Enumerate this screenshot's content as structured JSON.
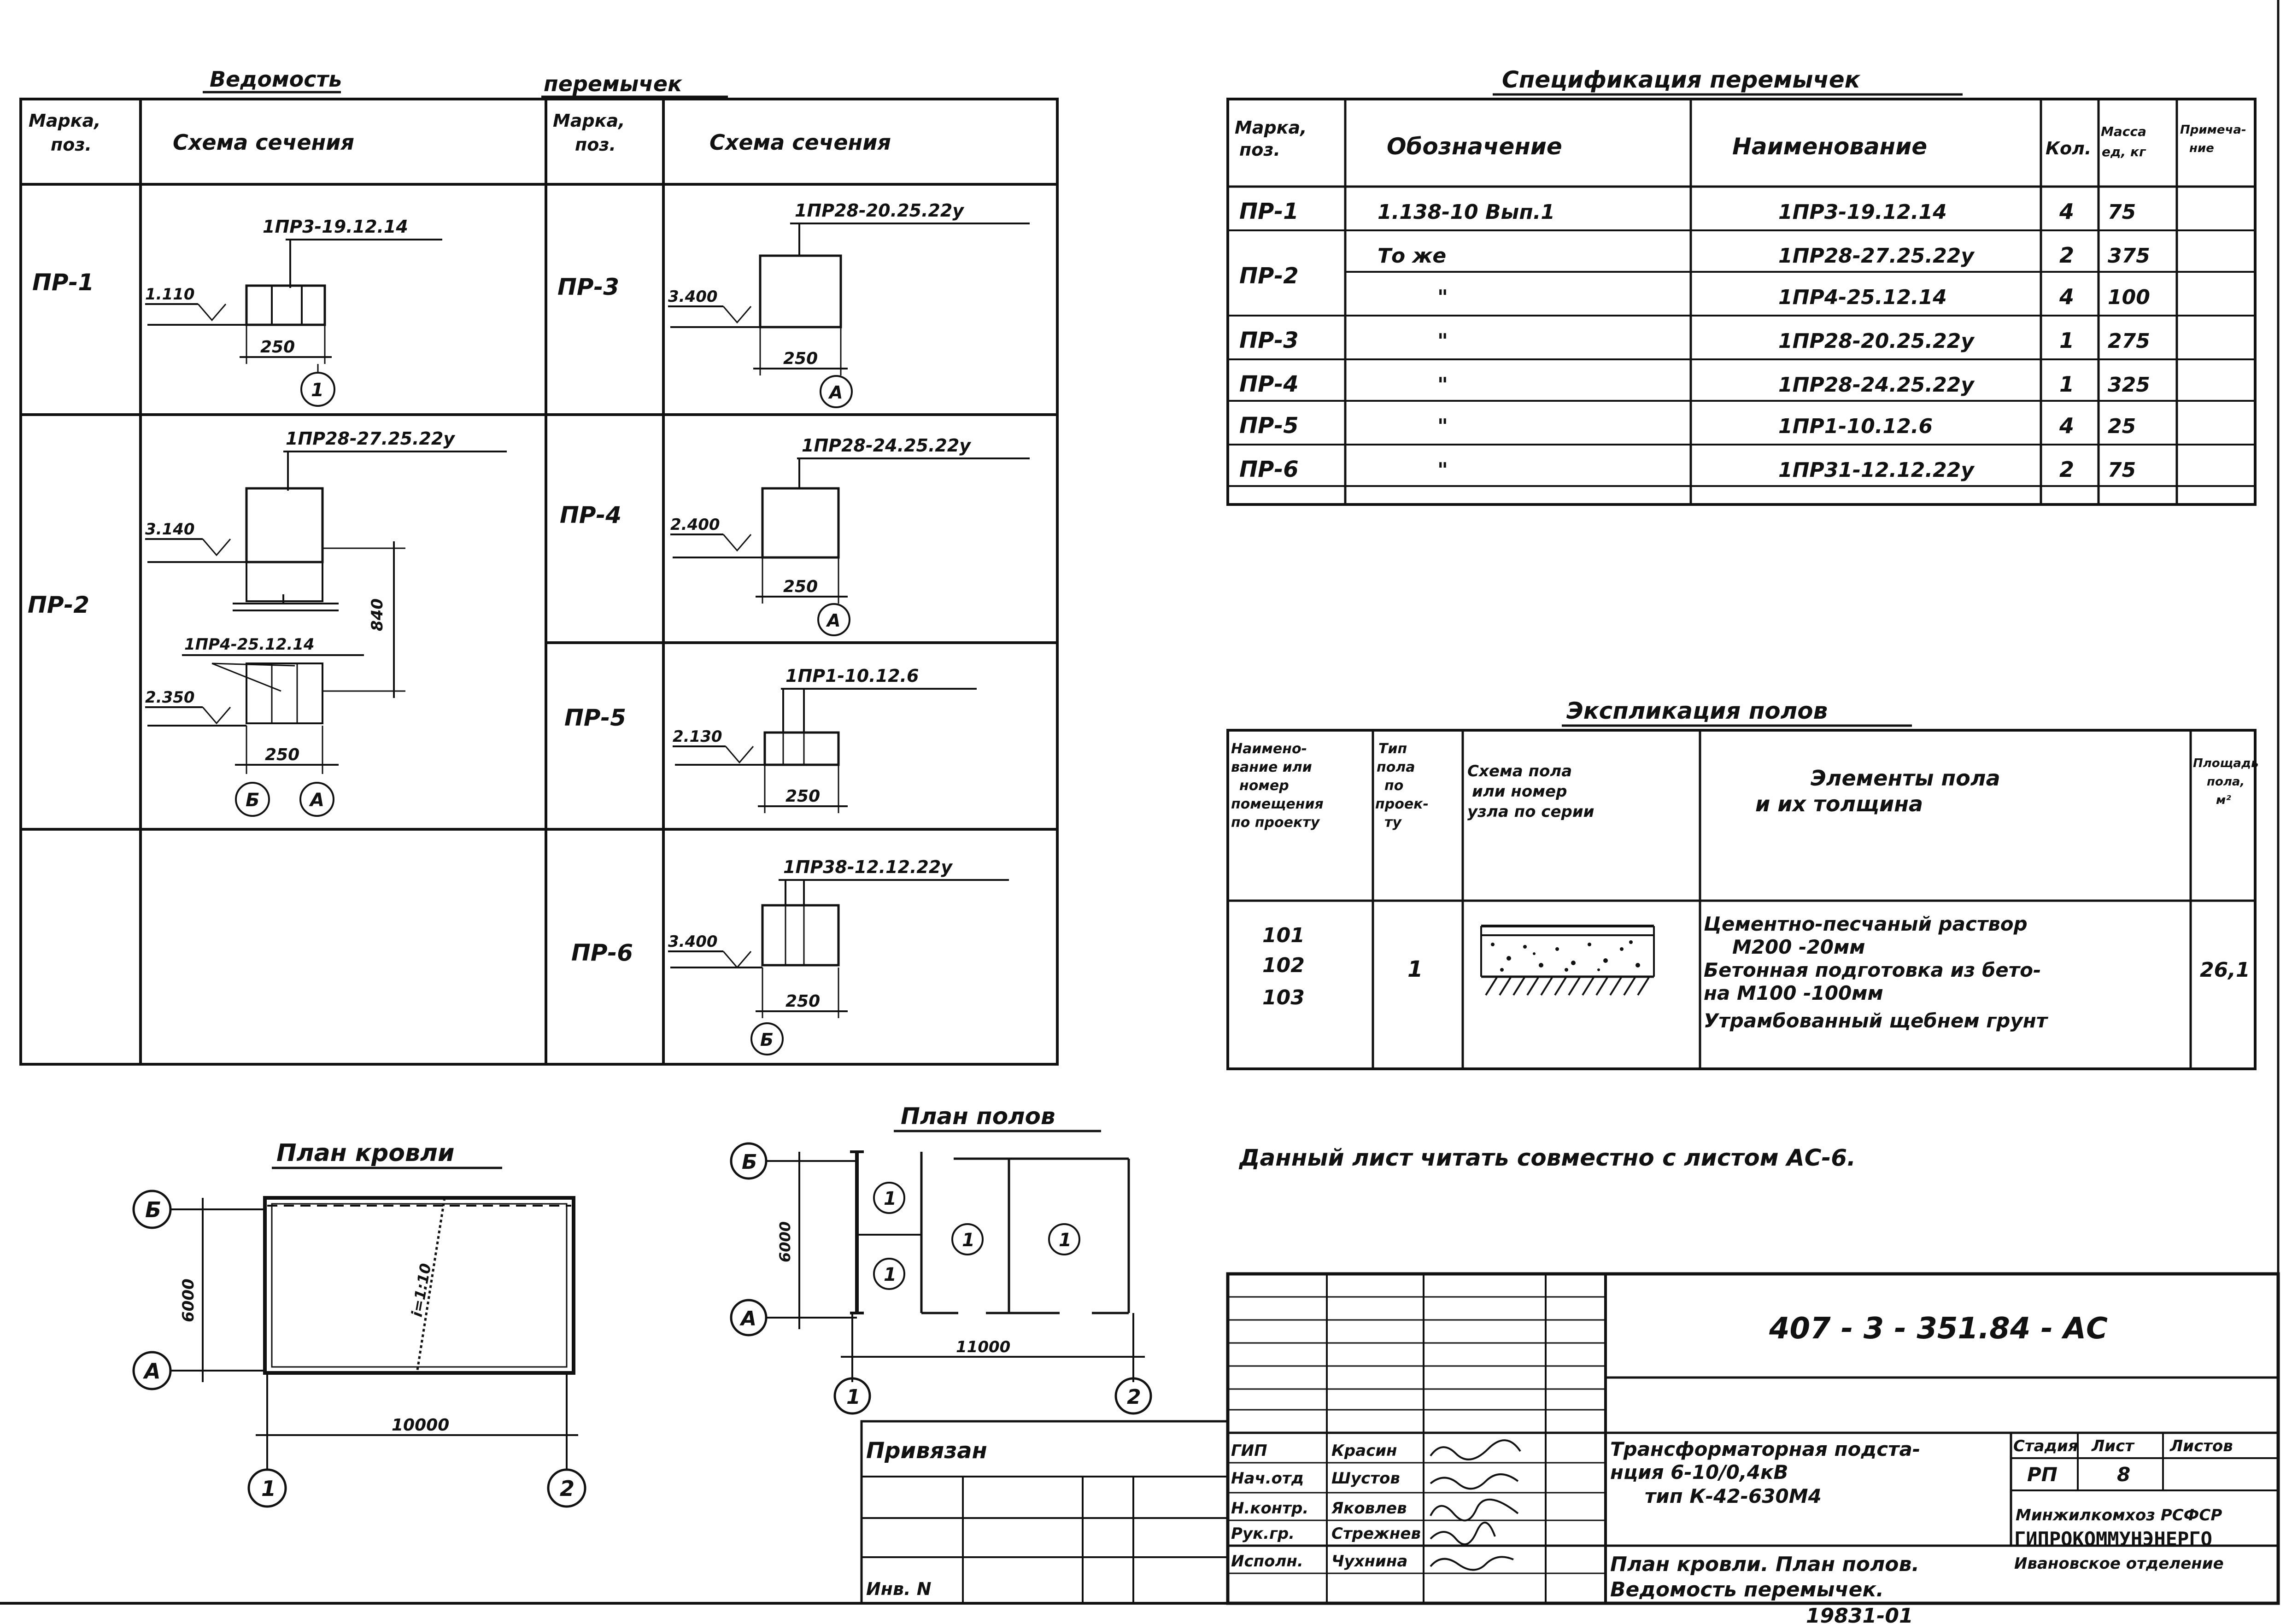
{
  "lintels_sheet": {
    "title_left": "Ведомость",
    "title_right": "перемычек",
    "header": {
      "mark": "Марка, поз.",
      "scheme": "Схема сечения"
    },
    "rows": [
      {
        "mark": "ПР-1",
        "lintels": [
          "1ПР3-19.12.14"
        ],
        "level": "1.110",
        "width": "250",
        "axes": [
          "1"
        ]
      },
      {
        "mark": "ПР-2",
        "lintels": [
          "1ПР28-27.25.22у",
          "1ПР4-25.12.14"
        ],
        "level": "3.140",
        "level2": "2.350",
        "height": "840",
        "width": "250",
        "axes": [
          "Б",
          "А"
        ]
      },
      {
        "mark": "ПР-3",
        "lintels": [
          "1ПР28-20.25.22у"
        ],
        "level": "3.400",
        "width": "250",
        "axes": [
          "А"
        ]
      },
      {
        "mark": "ПР-4",
        "lintels": [
          "1ПР28-24.25.22у"
        ],
        "level": "2.400",
        "width": "250",
        "axes": [
          "А"
        ]
      },
      {
        "mark": "ПР-5",
        "lintels": [
          "1ПР1-10.12.6"
        ],
        "level": "2.130",
        "width": "250",
        "axes": []
      },
      {
        "mark": "ПР-6",
        "lintels": [
          "1ПР38-12.12.22у"
        ],
        "level": "3.400",
        "width": "250",
        "axes": [
          "Б"
        ]
      }
    ]
  },
  "spec": {
    "title": "Спецификация перемычек",
    "header": [
      "Марка, поз.",
      "Обозначение",
      "Наименование",
      "Кол.",
      "Масса ед, кг",
      "Примеча-ние"
    ],
    "rows": [
      {
        "mark": "ПР-1",
        "designation": "1.138-10 Вып.1",
        "name": "1ПР3-19.12.14",
        "qty": "4",
        "mass": "75"
      },
      {
        "mark": "ПР-2",
        "designation": "То же",
        "name": "1ПР28-27.25.22у",
        "qty": "2",
        "mass": "375"
      },
      {
        "mark": "",
        "designation": "\"",
        "name": "1ПР4-25.12.14",
        "qty": "4",
        "mass": "100"
      },
      {
        "mark": "ПР-3",
        "designation": "\"",
        "name": "1ПР28-20.25.22у",
        "qty": "1",
        "mass": "275"
      },
      {
        "mark": "ПР-4",
        "designation": "\"",
        "name": "1ПР28-24.25.22у",
        "qty": "1",
        "mass": "325"
      },
      {
        "mark": "ПР-5",
        "designation": "\"",
        "name": "1ПР1-10.12.6",
        "qty": "4",
        "mass": "25"
      },
      {
        "mark": "ПР-6",
        "designation": "\"",
        "name": "1ПР31-12.12.22у",
        "qty": "2",
        "mass": "75"
      }
    ]
  },
  "floors": {
    "title": "Экспликация полов",
    "header": [
      "Наимено-вание или номер помещения по проекту",
      "Тип пола по проек-ту",
      "Схема пола или номер узла по серии",
      "Элементы пола и их толщина",
      "Площадь пола, м²"
    ],
    "rooms": [
      "101",
      "102",
      "103"
    ],
    "type": "1",
    "elements": [
      "Цементно-песчаный раствор",
      "М200 -20мм",
      "Бетонная подготовка из бето-",
      "на М100 -100мм",
      "Утрамбованный щебнем грунт"
    ],
    "area": "26,1"
  },
  "note": "Данный лист читать совместно с листом АС-6.",
  "roof_plan": {
    "title": "План кровли",
    "dim_h": "10000",
    "dim_v": "6000",
    "slope": "i=1:10",
    "axes_v": [
      "Б",
      "А"
    ],
    "axes_h": [
      "1",
      "2"
    ]
  },
  "floor_plan": {
    "title": "План полов",
    "dim_h": "11000",
    "dim_v": "6000",
    "room_marker": "1",
    "axes_v": [
      "Б",
      "А"
    ],
    "axes_h": [
      "1",
      "2"
    ]
  },
  "title_block": {
    "code": "407 - 3 - 351.84 - АС",
    "tied": "Привязан",
    "inv": "Инв. N",
    "roles": [
      "ГИП",
      "Нач.отд",
      "Н.контр.",
      "Рук.гр.",
      "Исполн."
    ],
    "names": [
      "Красин",
      "Шустов",
      "Яковлев",
      "Стрежнев",
      "Чухнина"
    ],
    "object_lines": [
      "Трансформаторная подста-",
      "нция 6-10/0,4кВ",
      "тип К-42-630М4"
    ],
    "sheet_title_lines": [
      "План кровли. План полов.",
      "Ведомость перемычек."
    ],
    "stage_label": "Стадия",
    "sheet_label": "Лист",
    "sheets_label": "Листов",
    "stage": "РП",
    "sheet": "8",
    "org_lines": [
      "Минжилкомхоз РСФСР",
      "ГИПРОКОММУНЭНЕРГО",
      "Ивановское отделение"
    ],
    "bottom_number": "19831-01"
  }
}
